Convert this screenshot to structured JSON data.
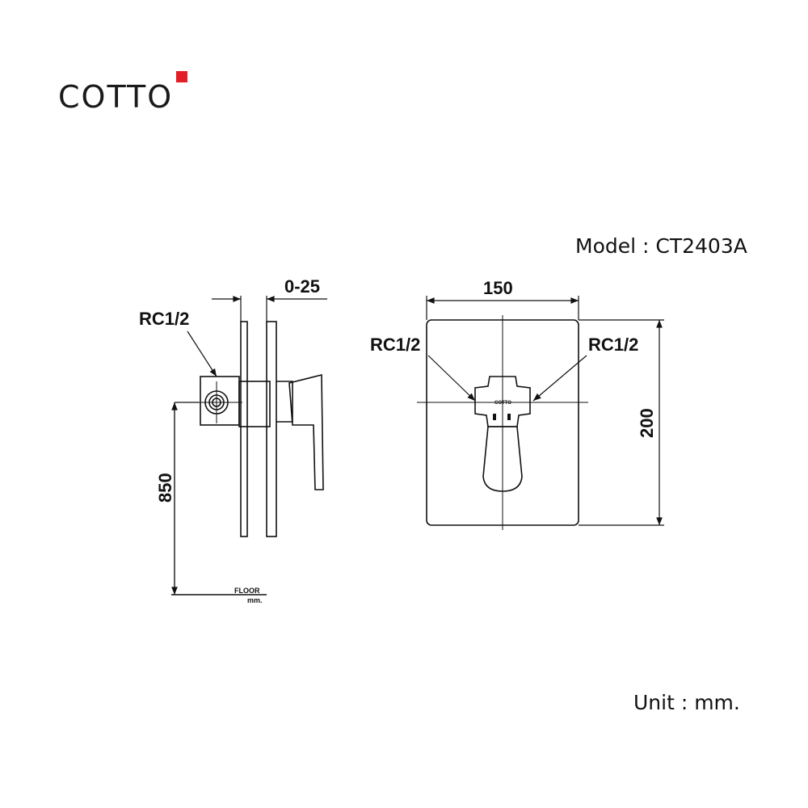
{
  "brand": {
    "name": "COTTO",
    "accent_color": "#e31e24"
  },
  "model_label": "Model : CT2403A",
  "unit_label": "Unit : mm.",
  "dimensions": {
    "side_depth": "0-25",
    "side_connection": "RC1/2",
    "side_height": "850",
    "floor_label": "FLOOR",
    "floor_unit": "mm.",
    "front_width": "150",
    "front_height": "200",
    "front_connection_left": "RC1/2",
    "front_connection_right": "RC1/2",
    "plate_brand": "COTTO"
  }
}
